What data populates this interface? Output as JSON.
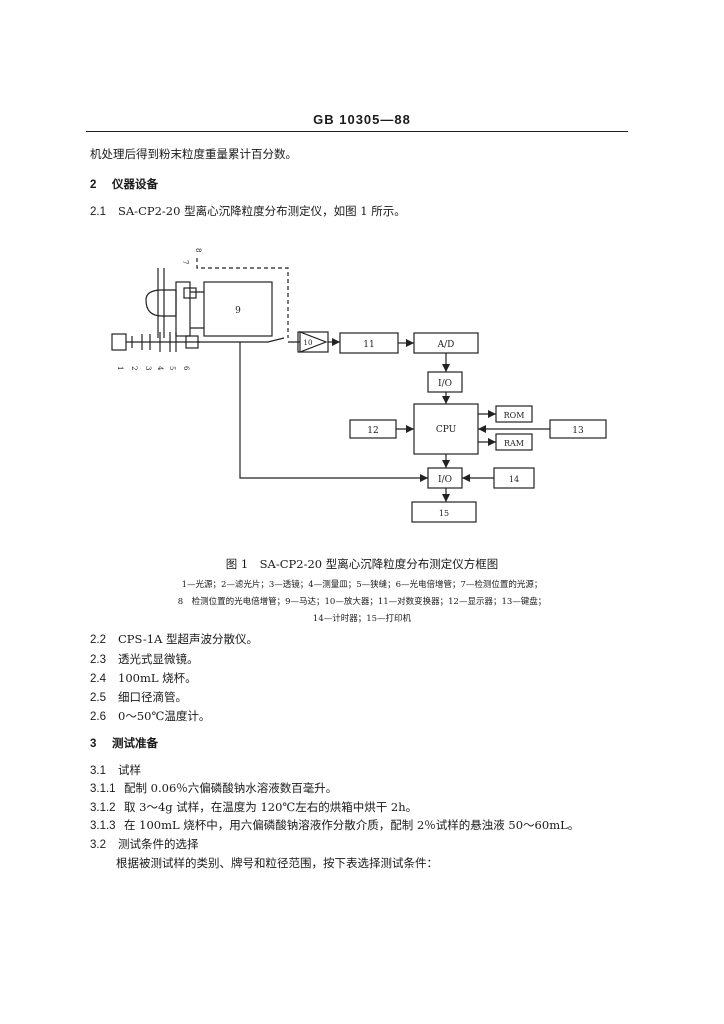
{
  "header": {
    "standard_code": "GB 10305—88"
  },
  "body": {
    "intro": "机处理后得到粉末粒度重量累计百分数。",
    "sec2": {
      "num": "2",
      "title": "仪器设备"
    },
    "s2_1": {
      "num": "2.1",
      "text": "SA-CP2-20 型离心沉降粒度分布测定仪，如图 1 所示。"
    },
    "figure": {
      "caption": "图 1　SA-CP2-20 型离心沉降粒度分布测定仪方框图",
      "legend": [
        "1—光源；2—滤光片；3—透镜；4—测量皿；5—狭缝；6—光电倍增管；7—检测位置的光源；",
        "8　检测位置的光电倍增管；9—马达；10—放大器；11—对数变换器；12—显示器；13—键盘；",
        "14—计时器；15—打印机"
      ],
      "blocks": {
        "motor": "9",
        "amp": "10",
        "log": "11",
        "ad": "A/D",
        "io1": "I/O",
        "cpu": "CPU",
        "rom": "ROM",
        "ram": "RAM",
        "display": "12",
        "keyboard": "13",
        "io2": "I/O",
        "timer": "14",
        "printer": "15"
      },
      "part_labels": [
        "1",
        "2",
        "3",
        "4",
        "5",
        "6",
        "7",
        "8"
      ]
    },
    "items": [
      {
        "num": "2.2",
        "text": "CPS-1A 型超声波分散仪。"
      },
      {
        "num": "2.3",
        "text": "透光式显微镜。"
      },
      {
        "num": "2.4",
        "text": "100mL 烧杯。"
      },
      {
        "num": "2.5",
        "text": "细口径滴管。"
      },
      {
        "num": "2.6",
        "text": "0～50℃温度计。"
      }
    ],
    "sec3": {
      "num": "3",
      "title": "测试准备"
    },
    "s3_1": {
      "num": "3.1",
      "text": "试样"
    },
    "s3_1_items": [
      {
        "num": "3.1.1",
        "text": "配制 0.06％六偏磷酸钠水溶液数百毫升。"
      },
      {
        "num": "3.1.2",
        "text": "取 3～4g 试样，在温度为 120℃左右的烘箱中烘干 2h。"
      },
      {
        "num": "3.1.3",
        "text": "在 100mL 烧杯中，用六偏磷酸钠溶液作分散介质，配制 2％试样的悬浊液 50～60mL。"
      }
    ],
    "s3_2": {
      "num": "3.2",
      "text": "测试条件的选择"
    },
    "s3_2_text": "根据被测试样的类别、牌号和粒径范围，按下表选择测试条件："
  }
}
